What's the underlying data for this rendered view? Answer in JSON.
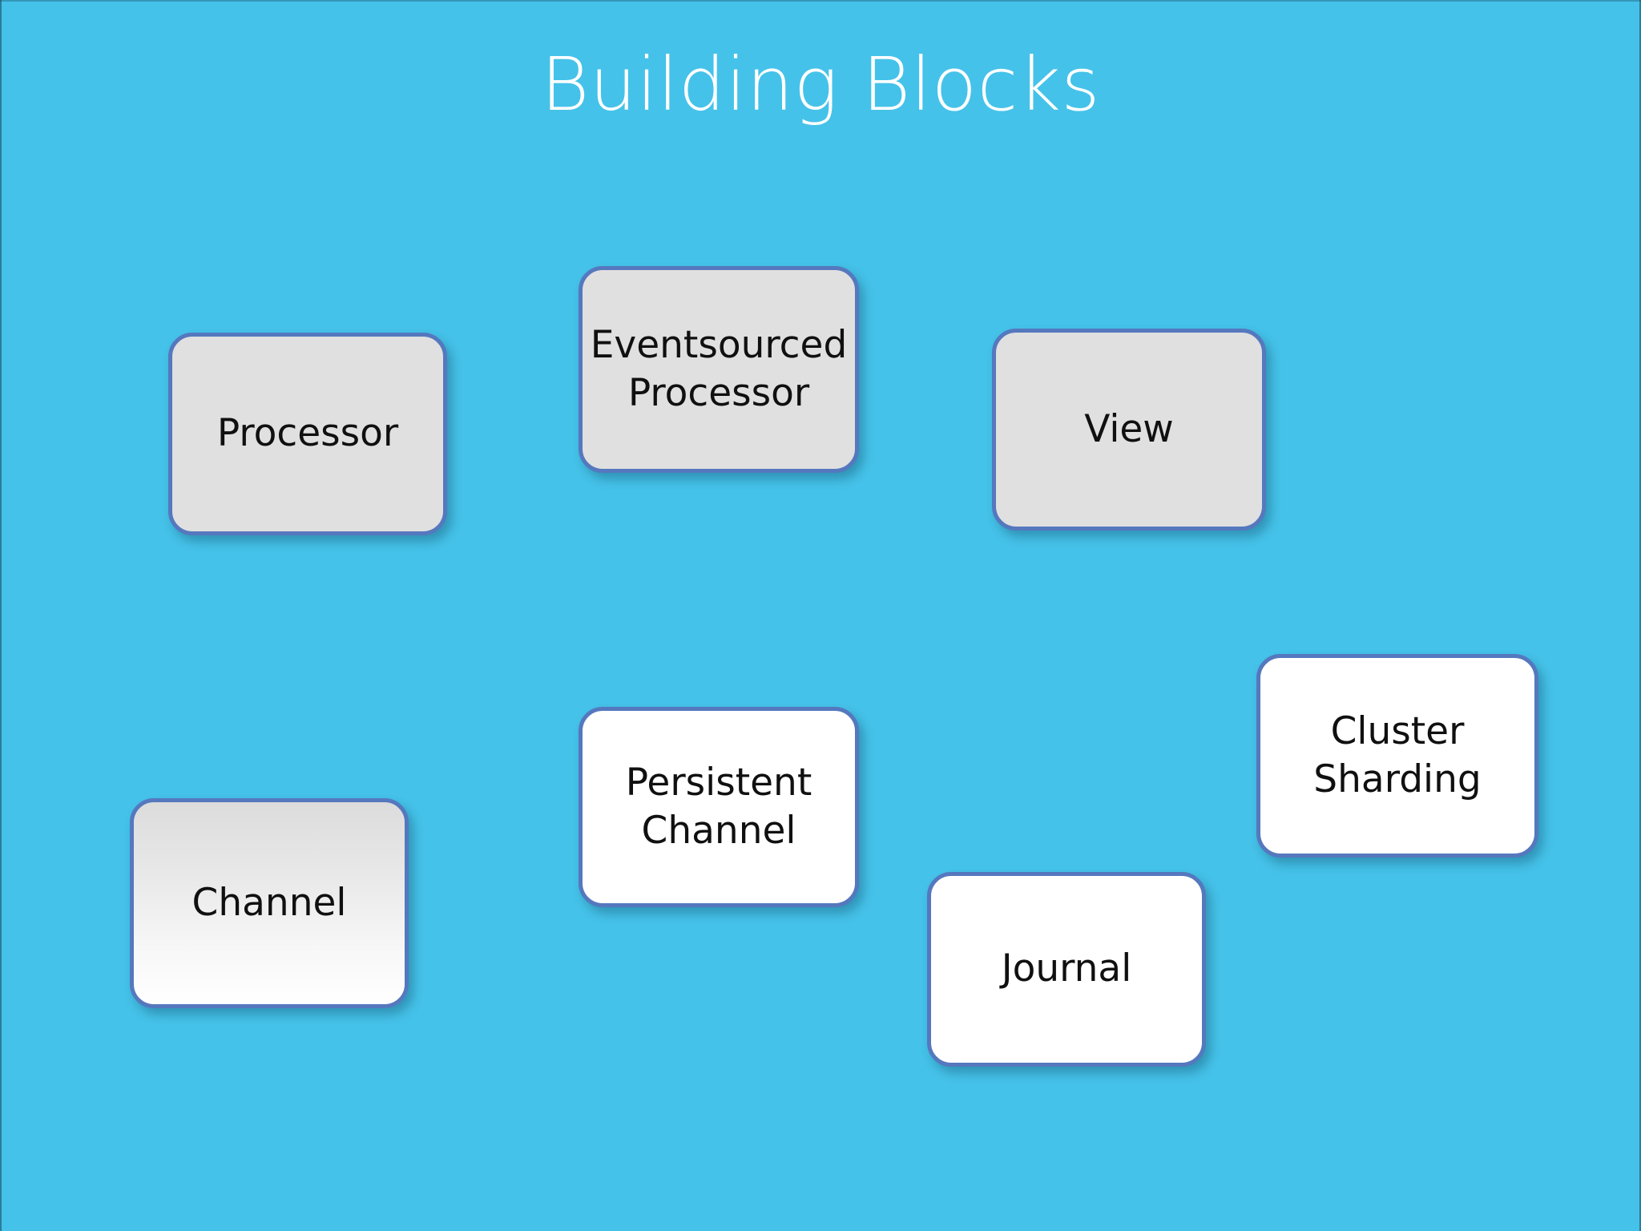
{
  "slide": {
    "title": "Building Blocks",
    "background_color": "#45c2e9",
    "title_color": "#ffffff"
  },
  "style_tokens": {
    "border_color": "#5578be",
    "grey_fill": "#e0e0e0",
    "white_fill": "#ffffff",
    "label_color": "#101010"
  },
  "blocks": [
    {
      "id": "processor",
      "label": "Processor",
      "fill": "grey",
      "fill_color": "#e0e0e0",
      "border_color": "#5578be"
    },
    {
      "id": "eventsourced-processor",
      "label": "Eventsourced Processor",
      "line1": "Eventsourced",
      "line2": "Processor",
      "fill": "grey",
      "fill_color": "#e0e0e0",
      "border_color": "#5578be"
    },
    {
      "id": "view",
      "label": "View",
      "fill": "grey",
      "fill_color": "#e0e0e0",
      "border_color": "#5578be"
    },
    {
      "id": "channel",
      "label": "Channel",
      "fill": "gradient-grey-to-white",
      "fill_color": "#f2f2f2",
      "border_color": "#5578be"
    },
    {
      "id": "persistent-channel",
      "label": "Persistent Channel",
      "line1": "Persistent",
      "line2": "Channel",
      "fill": "white",
      "fill_color": "#ffffff",
      "border_color": "#5578be"
    },
    {
      "id": "journal",
      "label": "Journal",
      "fill": "white",
      "fill_color": "#ffffff",
      "border_color": "#5578be"
    },
    {
      "id": "cluster-sharding",
      "label": "Cluster Sharding",
      "line1": "Cluster",
      "line2": "Sharding",
      "fill": "white",
      "fill_color": "#ffffff",
      "border_color": "#5578be"
    }
  ]
}
